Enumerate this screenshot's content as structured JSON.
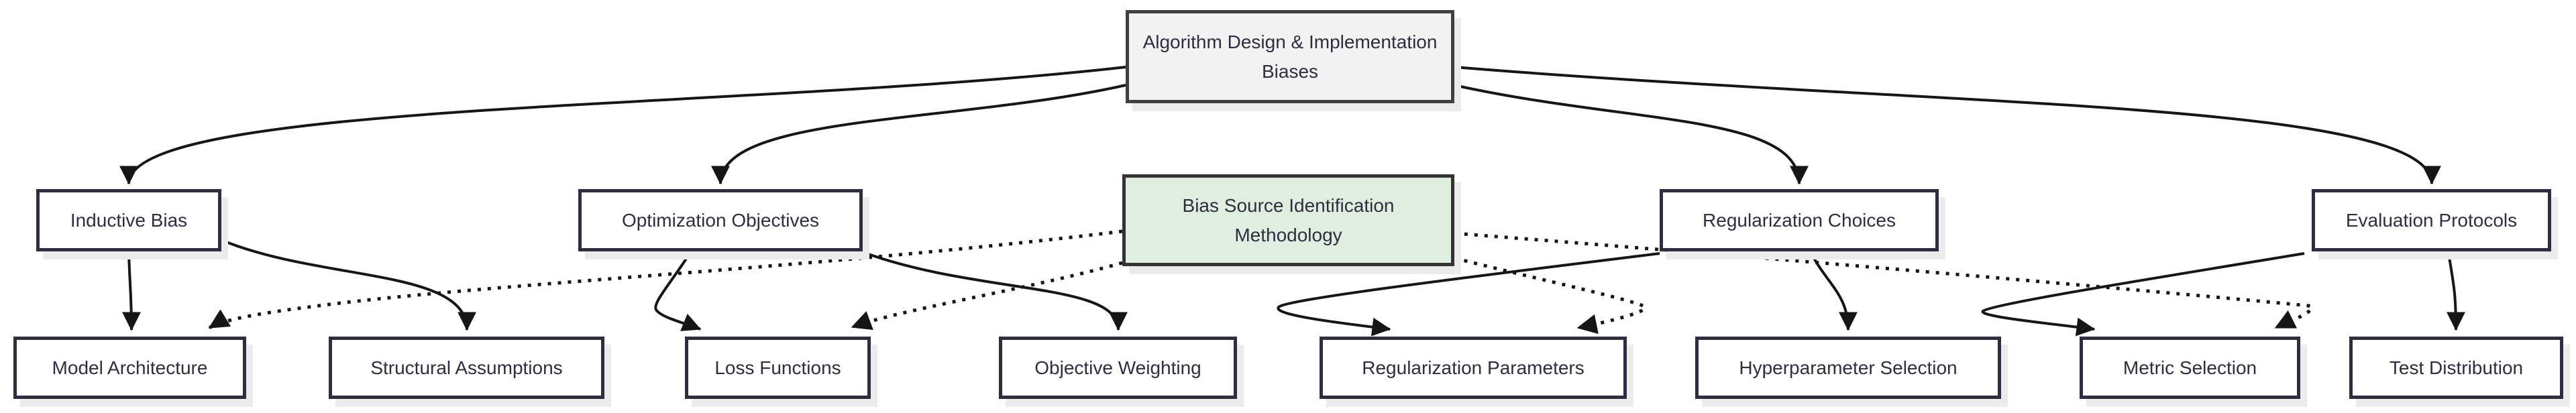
{
  "diagram": {
    "title_node": {
      "id": "root",
      "label": "Algorithm Design & Implementation Biases"
    },
    "methodology_node": {
      "id": "methodology",
      "label": "Bias Source Identification Methodology"
    },
    "category_nodes": [
      {
        "id": "inductive-bias",
        "label": "Inductive Bias"
      },
      {
        "id": "optimization-objectives",
        "label": "Optimization Objectives"
      },
      {
        "id": "regularization-choices",
        "label": "Regularization Choices"
      },
      {
        "id": "evaluation-protocols",
        "label": "Evaluation Protocols"
      }
    ],
    "leaf_nodes": [
      {
        "id": "model-architecture",
        "label": "Model Architecture"
      },
      {
        "id": "structural-assumptions",
        "label": "Structural Assumptions"
      },
      {
        "id": "loss-functions",
        "label": "Loss Functions"
      },
      {
        "id": "objective-weighting",
        "label": "Objective Weighting"
      },
      {
        "id": "regularization-parameters",
        "label": "Regularization Parameters"
      },
      {
        "id": "hyperparameter-selection",
        "label": "Hyperparameter Selection"
      },
      {
        "id": "metric-selection",
        "label": "Metric Selection"
      },
      {
        "id": "test-distribution",
        "label": "Test Distribution"
      }
    ],
    "edges": [
      {
        "from": "root",
        "to": "inductive-bias",
        "style": "solid-arrow"
      },
      {
        "from": "root",
        "to": "optimization-objectives",
        "style": "solid-arrow"
      },
      {
        "from": "root",
        "to": "regularization-choices",
        "style": "solid-arrow"
      },
      {
        "from": "root",
        "to": "evaluation-protocols",
        "style": "solid-arrow"
      },
      {
        "from": "inductive-bias",
        "to": "model-architecture",
        "style": "solid-arrow"
      },
      {
        "from": "inductive-bias",
        "to": "structural-assumptions",
        "style": "solid-arrow"
      },
      {
        "from": "optimization-objectives",
        "to": "loss-functions",
        "style": "solid-arrow"
      },
      {
        "from": "optimization-objectives",
        "to": "objective-weighting",
        "style": "solid-arrow"
      },
      {
        "from": "regularization-choices",
        "to": "regularization-parameters",
        "style": "solid-arrow"
      },
      {
        "from": "regularization-choices",
        "to": "hyperparameter-selection",
        "style": "solid-arrow"
      },
      {
        "from": "evaluation-protocols",
        "to": "metric-selection",
        "style": "solid-arrow"
      },
      {
        "from": "evaluation-protocols",
        "to": "test-distribution",
        "style": "solid-arrow"
      },
      {
        "from": "methodology",
        "to": "model-architecture",
        "style": "dotted-arrow"
      },
      {
        "from": "methodology",
        "to": "loss-functions",
        "style": "dotted-arrow"
      },
      {
        "from": "methodology",
        "to": "regularization-parameters",
        "style": "dotted-arrow"
      },
      {
        "from": "methodology",
        "to": "metric-selection",
        "style": "dotted-arrow"
      }
    ],
    "colors": {
      "background": "#ffffff",
      "node_fill": "#ffffff",
      "root_fill": "#f2f2f2",
      "methodology_fill": "#dfeedf",
      "node_border": "#2f2e41",
      "text": "#2f2e41",
      "edge": "#161616",
      "shadow": "#ececec"
    }
  }
}
